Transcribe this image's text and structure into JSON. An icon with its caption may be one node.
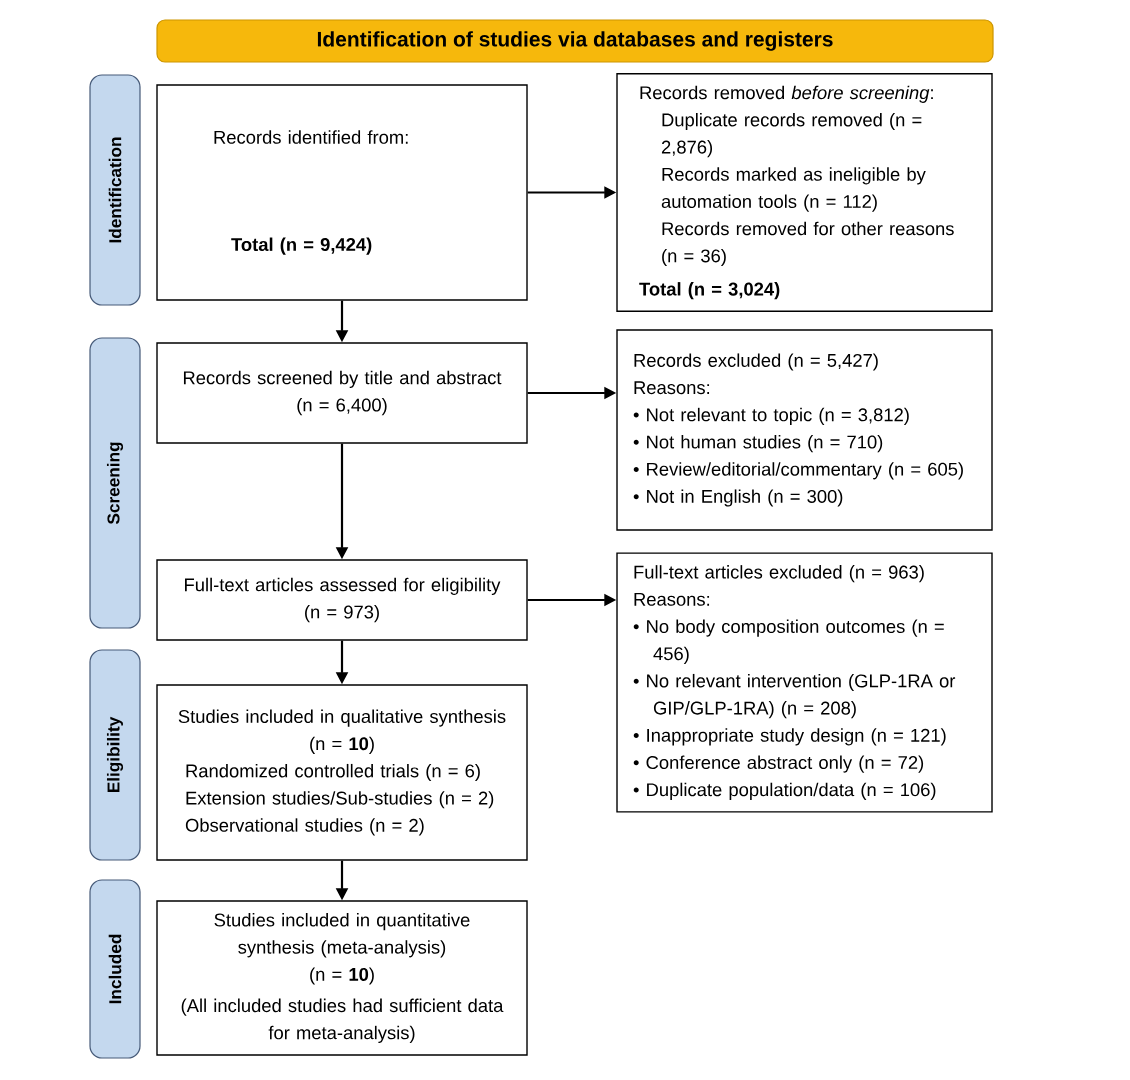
{
  "diagram": {
    "nodes": [
      {
        "text": [
          "Identification of studies via databases and registers"
        ]
      },
      {
        "text": [
          "Identification"
        ]
      },
      {
        "text": [
          "Screening"
        ]
      },
      {
        "text": [
          "Eligibility"
        ]
      },
      {
        "text": [
          "Included"
        ]
      },
      {
        "text": [
          "Records identified from:",
          "Total (n = 9,424)"
        ]
      },
      {
        "text": [
          "Records removed *before screening*:",
          "Duplicate records removed (n = 2,876)",
          "Records marked as ineligible by automation tools (n = 112)",
          "Records removed for other reasons (n = 36)",
          "Total (n = 3,024)"
        ]
      },
      {
        "text": [
          "Records screened by title and abstract (n = 6,400)"
        ]
      },
      {
        "text": [
          "Records excluded (n = 5,427)",
          "Reasons:",
          "• Not relevant to topic (n = 3,812)",
          "• Not human studies (n = 710)",
          "• Review/editorial/commentary (n = 605)",
          "• Not in English (n = 300)"
        ]
      },
      {
        "text": [
          "Full-text articles assessed for eligibility (n = 973)"
        ]
      },
      {
        "text": [
          "Full-text articles excluded (n = 963)",
          "Reasons:",
          "• No body composition outcomes (n = 456)",
          "• No relevant intervention (GLP-1RA or GIP/GLP-1RA) (n = 208)",
          "• Inappropriate study design (n = 121)",
          "• Conference abstract only (n = 72)",
          "• Duplicate population/data (n = 106)"
        ]
      },
      {
        "text": [
          "Studies included in qualitative synthesis",
          "(n = **10**)",
          "Randomized controlled trials (n = 6)",
          "Extension studies/Sub-studies (n = 2)",
          "Observational studies (n = 2)"
        ]
      },
      {
        "text": [
          "Studies included in quantitative synthesis (meta-analysis)",
          "(n = **10**)",
          "(All included studies had sufficient data for meta-analysis)"
        ]
      }
    ],
    "edges": [
      {
        "from": 5,
        "to": 6,
        "arrow": "to"
      },
      {
        "from": 5,
        "to": 7,
        "arrow": "to"
      },
      {
        "from": 7,
        "to": 8,
        "arrow": "to"
      },
      {
        "from": 7,
        "to": 9,
        "arrow": "to"
      },
      {
        "from": 9,
        "to": 10,
        "arrow": "to"
      },
      {
        "from": 9,
        "to": 11,
        "arrow": "to"
      },
      {
        "from": 11,
        "to": 12,
        "arrow": "to"
      }
    ]
  }
}
